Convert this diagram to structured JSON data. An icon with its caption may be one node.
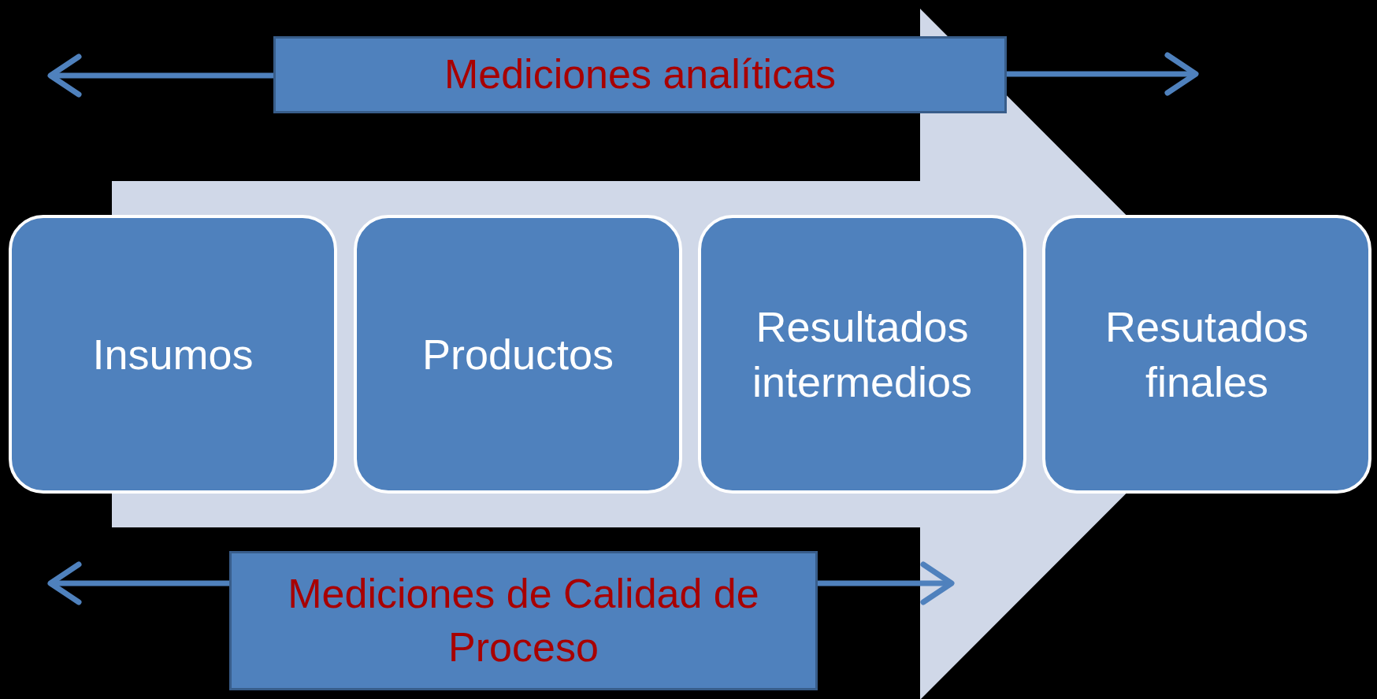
{
  "diagram": {
    "nodes": [
      {
        "text": [
          "Mediciones analíticas"
        ]
      },
      {
        "text": [
          "Insumos"
        ]
      },
      {
        "text": [
          "Productos"
        ]
      },
      {
        "text": [
          "Resultados intermedios"
        ]
      },
      {
        "text": [
          "Resutados finales"
        ]
      },
      {
        "text": [
          "Mediciones de Calidad de Proceso"
        ]
      }
    ],
    "edges": [
      {
        "from": 0,
        "to": null,
        "arrow": "to"
      },
      {
        "from": 0,
        "to": null,
        "arrow": "to"
      },
      {
        "from": 5,
        "to": null,
        "arrow": "to"
      },
      {
        "from": 5,
        "to": null,
        "arrow": "to"
      },
      {
        "from": 1,
        "to": 4,
        "arrow": "to",
        "style": "thick",
        "color": "#d0d8e8"
      }
    ]
  }
}
